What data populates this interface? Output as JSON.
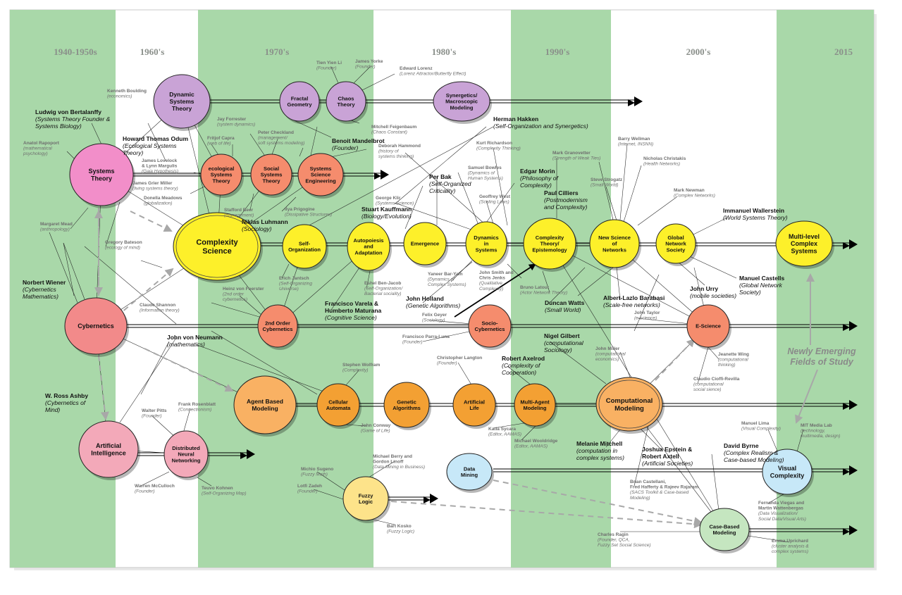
{
  "eras": [
    "1940-1950s",
    "1960's",
    "1970's",
    "1980's",
    "1990's",
    "2000's",
    "2015"
  ],
  "annotation": {
    "text": [
      "Newly Emerging",
      "Fields of Study"
    ]
  },
  "colors": {
    "band_green": "#a9d8a9",
    "band_white": "#ffffff",
    "purple": "#c9a3d6",
    "pink": "#f28ec9",
    "salmon": "#f58c6d",
    "yellow": "#fdf02a",
    "red_pink": "#f28a8a",
    "light_pink": "#f3a9b9",
    "orange_light": "#f9b163",
    "orange": "#f3a033",
    "light_blue": "#c7e8f8",
    "light_yellow": "#fde38a",
    "light_green": "#c5e6c0"
  },
  "nodes": [
    {
      "id": "dst",
      "label": [
        "Dynamic",
        "Systems",
        "Theory"
      ],
      "color": "purple"
    },
    {
      "id": "fractal",
      "label": [
        "Fractal",
        "Geometry"
      ],
      "color": "purple"
    },
    {
      "id": "chaos",
      "label": [
        "Chaos",
        "Theory"
      ],
      "color": "purple"
    },
    {
      "id": "synergetics",
      "label": [
        "Synergetics/",
        "Macroscopic",
        "Modeling"
      ],
      "color": "purple"
    },
    {
      "id": "systems_theory",
      "label": [
        "Systems",
        "Theory"
      ],
      "color": "pink"
    },
    {
      "id": "eco",
      "label": [
        "ecological",
        "Systems",
        "Theory"
      ],
      "color": "salmon"
    },
    {
      "id": "social",
      "label": [
        "Social",
        "Systems",
        "Theory"
      ],
      "color": "salmon"
    },
    {
      "id": "sse",
      "label": [
        "Systems",
        "Science",
        "Engineering"
      ],
      "color": "salmon"
    },
    {
      "id": "complexity",
      "label": [
        "Complexity",
        "Science"
      ],
      "color": "yellow"
    },
    {
      "id": "selforg",
      "label": [
        "Self-",
        "Organization"
      ],
      "color": "yellow"
    },
    {
      "id": "autopoiesis",
      "label": [
        "Autopoiesis",
        "and",
        "Adaptation"
      ],
      "color": "yellow"
    },
    {
      "id": "emergence",
      "label": [
        "Emergence"
      ],
      "color": "yellow"
    },
    {
      "id": "dynamics",
      "label": [
        "Dynamics",
        "in",
        "Systems"
      ],
      "color": "yellow"
    },
    {
      "id": "ctheory",
      "label": [
        "Complexity",
        "Theory/",
        "Epistemology"
      ],
      "color": "yellow"
    },
    {
      "id": "networks",
      "label": [
        "New Science",
        "of",
        "Networks"
      ],
      "color": "yellow"
    },
    {
      "id": "gns",
      "label": [
        "Global",
        "Network",
        "Society"
      ],
      "color": "yellow"
    },
    {
      "id": "multilevel",
      "label": [
        "Multi-level",
        "Complex",
        "Systems"
      ],
      "color": "yellow"
    },
    {
      "id": "cybernetics",
      "label": [
        "Cybernetics"
      ],
      "color": "red_pink"
    },
    {
      "id": "second",
      "label": [
        "2nd Order",
        "Cybernetics"
      ],
      "color": "salmon"
    },
    {
      "id": "sociocyb",
      "label": [
        "Socio-",
        "Cybernetics"
      ],
      "color": "salmon"
    },
    {
      "id": "escience",
      "label": [
        "E-Science"
      ],
      "color": "salmon"
    },
    {
      "id": "abm",
      "label": [
        "Agent Based",
        "Modeling"
      ],
      "color": "orange_light"
    },
    {
      "id": "ca",
      "label": [
        "Cellular",
        "Automata"
      ],
      "color": "orange"
    },
    {
      "id": "ga",
      "label": [
        "Genetic",
        "Algorithms"
      ],
      "color": "orange"
    },
    {
      "id": "al",
      "label": [
        "Artificial",
        "Life"
      ],
      "color": "orange"
    },
    {
      "id": "mam",
      "label": [
        "Multi-Agent",
        "Modeling"
      ],
      "color": "orange"
    },
    {
      "id": "cm",
      "label": [
        "Computational",
        "Modeling"
      ],
      "color": "orange_light"
    },
    {
      "id": "ai",
      "label": [
        "Artificial",
        "Intelligence"
      ],
      "color": "light_pink"
    },
    {
      "id": "dnn",
      "label": [
        "Distributed",
        "Neural",
        "Networking"
      ],
      "color": "light_pink"
    },
    {
      "id": "dm",
      "label": [
        "Data",
        "Mining"
      ],
      "color": "light_blue"
    },
    {
      "id": "vc",
      "label": [
        "Visual",
        "Complexity"
      ],
      "color": "light_blue"
    },
    {
      "id": "fuzzy",
      "label": [
        "Fuzzy",
        "Logic"
      ],
      "color": "light_yellow"
    },
    {
      "id": "cbm",
      "label": [
        "Case-Based",
        "Modeling"
      ],
      "color": "light_green"
    }
  ],
  "people": [
    {
      "id": "bertalanffy",
      "name": "Ludwig von Bertalanffy",
      "desc": [
        "(Systems Theory Founder &",
        "Systems Biology)"
      ],
      "major": true
    },
    {
      "id": "odum",
      "name": "Howard Thomas Odum",
      "desc": [
        "(Ecological Systems",
        "Theory)"
      ],
      "major": true
    },
    {
      "id": "luhmann",
      "name": "Niklas Luhmann",
      "desc": [
        "(Sociology)"
      ],
      "major": true
    },
    {
      "id": "mandelbrot",
      "name": "Benoit Mandelbrot",
      "desc": [
        "(Founder)"
      ],
      "major": true
    },
    {
      "id": "haken",
      "name": "Herman Hakken",
      "desc": [
        "(Self-Organization and Synergetics)"
      ],
      "major": true
    },
    {
      "id": "perbak",
      "name": "Per Bak",
      "desc": [
        "(Self-Organized",
        "Criticality)"
      ],
      "major": true
    },
    {
      "id": "kauffmann",
      "name": "Stuart Kauffmann",
      "desc": [
        "(Biology/Evolution)"
      ],
      "major": true
    },
    {
      "id": "morin",
      "name": "Edgar Morin",
      "desc": [
        "(Philosophy of",
        "Complexity)"
      ],
      "major": true
    },
    {
      "id": "cilliers",
      "name": "Paul Cilliers",
      "desc": [
        "(Postmodernism",
        "and Complexity)"
      ],
      "major": true
    },
    {
      "id": "wallerstein",
      "name": "Immanuel Wallerstein",
      "desc": [
        "(World Systems Theory)"
      ],
      "major": true
    },
    {
      "id": "wiener",
      "name": "Norbert Wiener",
      "desc": [
        "(Cybernetics",
        "Mathematics)"
      ],
      "major": true
    },
    {
      "id": "varela",
      "name": "Francisco Varela &",
      "desc": [
        "Humberto Maturana",
        "(Cognitive Science)"
      ],
      "major": true
    },
    {
      "id": "holland",
      "name": "John Holland",
      "desc": [
        "(Genetic Algorithms)"
      ],
      "major": true
    },
    {
      "id": "watts",
      "name": "Duncan Watts",
      "desc": [
        "(Small World)"
      ],
      "major": true
    },
    {
      "id": "barabasi",
      "name": "Albert-Lazlo Barabasi",
      "desc": [
        "(Scale-free networks)"
      ],
      "major": true
    },
    {
      "id": "urry",
      "name": "John Urry",
      "desc": [
        "(mobile societies)"
      ],
      "major": true
    },
    {
      "id": "castells",
      "name": "Manuel Castells",
      "desc": [
        "(Global Network",
        "Society)"
      ],
      "major": true
    },
    {
      "id": "vonneumann",
      "name": "John von Neumann",
      "desc": [
        "(mathematics)"
      ],
      "major": true
    },
    {
      "id": "ashby",
      "name": "W. Ross Ashby",
      "desc": [
        "(Cybernetics of",
        "Mind)"
      ],
      "major": true
    },
    {
      "id": "axelrod",
      "name": "Robert Axelrod",
      "desc": [
        "(Complexity of",
        "Cooperation)"
      ],
      "major": true
    },
    {
      "id": "gilbert",
      "name": "Nigel Gilbert",
      "desc": [
        "(computational",
        "Sociology)"
      ],
      "major": true
    },
    {
      "id": "mitchell",
      "name": "Melanie Mitchell",
      "desc": [
        "(computation in",
        "complex systems)"
      ],
      "major": true
    },
    {
      "id": "epstein",
      "name": "Joshua Epstein &",
      "desc": [
        "Robert Axtell",
        "(Artificial Societies)"
      ],
      "major": true
    },
    {
      "id": "byrne",
      "name": "David Byrne",
      "desc": [
        "(Complex Realism &",
        "Case-based Modeling)"
      ],
      "major": true
    },
    {
      "id": "fernanda",
      "name": "Fernanda Viegas and",
      "desc": [
        "Martin Wattenbergas",
        "(Data Visualization/",
        "Social Data/Visual Arts)"
      ],
      "major": false
    },
    {
      "id": "boulding",
      "name": "Kenneth Boulding",
      "desc": [
        "(economics)"
      ],
      "major": false
    },
    {
      "id": "rapoport",
      "name": "Anatol Rapoport",
      "desc": [
        "(mathematical",
        "psychology)"
      ],
      "major": false
    },
    {
      "id": "lovelock",
      "name": "James Lovelock",
      "desc": [
        "& Lynn Margulis",
        "(Gaia Hypothesis)"
      ],
      "major": false
    },
    {
      "id": "miller",
      "name": "James Grier Miller",
      "desc": [
        "(living systems theory)"
      ],
      "major": false
    },
    {
      "id": "meadows",
      "name": "Donella Meadows",
      "desc": [
        "(globalization)"
      ],
      "major": false
    },
    {
      "id": "mead",
      "name": "Margaret Mead",
      "desc": [
        "(anthropology)"
      ],
      "major": false
    },
    {
      "id": "bateson",
      "name": "Gregory Bateson",
      "desc": [
        "(ecology of mind)"
      ],
      "major": false
    },
    {
      "id": "forrester",
      "name": "Jay Forrester",
      "desc": [
        "(system dynamics)"
      ],
      "major": false
    },
    {
      "id": "capra",
      "name": "Fritjof Capra",
      "desc": [
        "(web of life)"
      ],
      "major": false
    },
    {
      "id": "checkland",
      "name": "Peter Checkland",
      "desc": [
        "(management/",
        "soft systems modeling)"
      ],
      "major": false
    },
    {
      "id": "beer",
      "name": "Stafford Beer",
      "desc": [
        "(management)"
      ],
      "major": false
    },
    {
      "id": "prigogine",
      "name": "Ilya Prigogine",
      "desc": [
        "(Dissipative Structures)"
      ],
      "major": false
    },
    {
      "id": "hammond",
      "name": "Deborah Hammond",
      "desc": [
        "(history of",
        "systems thinking)"
      ],
      "major": false
    },
    {
      "id": "tienyien",
      "name": "Tien Yien Li",
      "desc": [
        "(Founder)"
      ],
      "major": false
    },
    {
      "id": "yorke",
      "name": "James Yorke",
      "desc": [
        "(Founder)"
      ],
      "major": false
    },
    {
      "id": "lorenz",
      "name": "Edward Lorenz",
      "desc": [
        "(Lorenz Attractor/Butterfly Effect)"
      ],
      "major": false
    },
    {
      "id": "feigenbaum",
      "name": "Mitchell Feigenbaum",
      "desc": [
        "(Chaos Constant)"
      ],
      "major": false
    },
    {
      "id": "richardson",
      "name": "Kurt Richardson",
      "desc": [
        "(Complexity Thinking)"
      ],
      "major": false
    },
    {
      "id": "bowles",
      "name": "Samuel Bowles",
      "desc": [
        "(Dynamics of",
        "Human Systems)"
      ],
      "major": false
    },
    {
      "id": "west",
      "name": "Geoffrey West",
      "desc": [
        "(Scaling Laws)"
      ],
      "major": false
    },
    {
      "id": "klir",
      "name": "George Klir",
      "desc": [
        "(Systems Science)"
      ],
      "major": false
    },
    {
      "id": "granovetter",
      "name": "Mark Granovetter",
      "desc": [
        "(Strength of Weak Ties)"
      ],
      "major": false
    },
    {
      "id": "wellman",
      "name": "Barry Wellman",
      "desc": [
        "(Internet, INSNN)"
      ],
      "major": false
    },
    {
      "id": "christakis",
      "name": "Nicholas Christakis",
      "desc": [
        "(Health Networks)"
      ],
      "major": false
    },
    {
      "id": "strogatz",
      "name": "Steve Strogatz",
      "desc": [
        "(Small World)"
      ],
      "major": false
    },
    {
      "id": "newman",
      "name": "Mark Newman",
      "desc": [
        "(Complex Networks)"
      ],
      "major": false
    },
    {
      "id": "shannon",
      "name": "Claude Shannon",
      "desc": [
        "(Information theory)"
      ],
      "major": false
    },
    {
      "id": "foerster",
      "name": "Heinz von Foerster",
      "desc": [
        "(2nd order",
        "cybernetics)"
      ],
      "major": false
    },
    {
      "id": "jantsch",
      "name": "Erich Jantsch",
      "desc": [
        "(Self-Organizing",
        "Universe)"
      ],
      "major": false
    },
    {
      "id": "benjacob",
      "name": "Eshel Ben-Jacob",
      "desc": [
        "(Self-Organization/",
        "Bacterial sociality)"
      ],
      "major": false
    },
    {
      "id": "baryam",
      "name": "Yaneer Bar-Yam",
      "desc": [
        "(Dynamics of",
        "Complex Systems)"
      ],
      "major": false
    },
    {
      "id": "smithjenks",
      "name": "John Smith and",
      "desc": [
        "Chris Jenks",
        "(Qualitative",
        "Complexity)"
      ],
      "major": false
    },
    {
      "id": "latour",
      "name": "Bruno Latour",
      "desc": [
        "(Actor Network Theory)"
      ],
      "major": false
    },
    {
      "id": "geyer",
      "name": "Felix Geyer",
      "desc": [
        "(Sociology)"
      ],
      "major": false
    },
    {
      "id": "parraluna",
      "name": "Francisco Parra-Luna",
      "desc": [
        "(Founder)"
      ],
      "major": false
    },
    {
      "id": "taylor",
      "name": "John Taylor",
      "desc": [
        "(e-science)"
      ],
      "major": false
    },
    {
      "id": "wolfram",
      "name": "Stephen Wolfram",
      "desc": [
        "(Complexity)"
      ],
      "major": false
    },
    {
      "id": "langton",
      "name": "Christopher Langton",
      "desc": [
        "(Founder)"
      ],
      "major": false
    },
    {
      "id": "jmiller",
      "name": "John Miller",
      "desc": [
        "(computational",
        "economics)"
      ],
      "major": false
    },
    {
      "id": "wing",
      "name": "Jeanette Wing",
      "desc": [
        "(computational",
        "thinking)"
      ],
      "major": false
    },
    {
      "id": "cioffi",
      "name": "Claudio Cioffi-Revilla",
      "desc": [
        "(computational",
        "social sience)"
      ],
      "major": false
    },
    {
      "id": "conway",
      "name": "John Conway",
      "desc": [
        "(Game of Life)"
      ],
      "major": false
    },
    {
      "id": "sycara",
      "name": "Katia Sycara",
      "desc": [
        "(Editor, AAMAS)"
      ],
      "major": false
    },
    {
      "id": "wooldridge",
      "name": "Michael Wooldridge",
      "desc": [
        "(Editor, AAMAS)"
      ],
      "major": false
    },
    {
      "id": "rosenblatt",
      "name": "Frank Rosenblatt",
      "desc": [
        "(Connectionism)"
      ],
      "major": false
    },
    {
      "id": "pitts",
      "name": "Walter Pitts",
      "desc": [
        "(Founder)"
      ],
      "major": false
    },
    {
      "id": "mcculloch",
      "name": "Warren McCulloch",
      "desc": [
        "(Founder)"
      ],
      "major": false
    },
    {
      "id": "kohnen",
      "name": "Teuvo Kohnen",
      "desc": [
        "(Self-Organizing  Map)"
      ],
      "major": false
    },
    {
      "id": "berry",
      "name": "Michael Berry and",
      "desc": [
        "Gordon Linoff",
        "(Data Mining in Business)"
      ],
      "major": false
    },
    {
      "id": "sugeno",
      "name": "Michio Sugeno",
      "desc": [
        "(Fuzzy Math)"
      ],
      "major": false
    },
    {
      "id": "zadeh",
      "name": "Lotfi Zadeh",
      "desc": [
        "(Founder)"
      ],
      "major": false
    },
    {
      "id": "kosko",
      "name": "Bart Kosko",
      "desc": [
        "(Fuzzy Logic)"
      ],
      "major": false
    },
    {
      "id": "lima",
      "name": "Manuel Lima",
      "desc": [
        "(Visual Complexity)"
      ],
      "major": false
    },
    {
      "id": "mitlab",
      "name": "MIT Media Lab",
      "desc": [
        "(technology,",
        "multimedia, design)"
      ],
      "major": false
    },
    {
      "id": "castellani",
      "name": "Brian Castellani,",
      "desc": [
        "Fred Hafferty & Rajeev Rajaram",
        "(SACS Toolkit & Case-based",
        "Modeling)"
      ],
      "major": false
    },
    {
      "id": "ragin",
      "name": "Charles Ragin",
      "desc": [
        "(Founder, QCA,",
        "Fuzzy Set Social Science)"
      ],
      "major": false
    },
    {
      "id": "uprichard",
      "name": "Emma Uprichard",
      "desc": [
        "(cluster analysis &",
        "complex systems)"
      ],
      "major": false
    }
  ]
}
